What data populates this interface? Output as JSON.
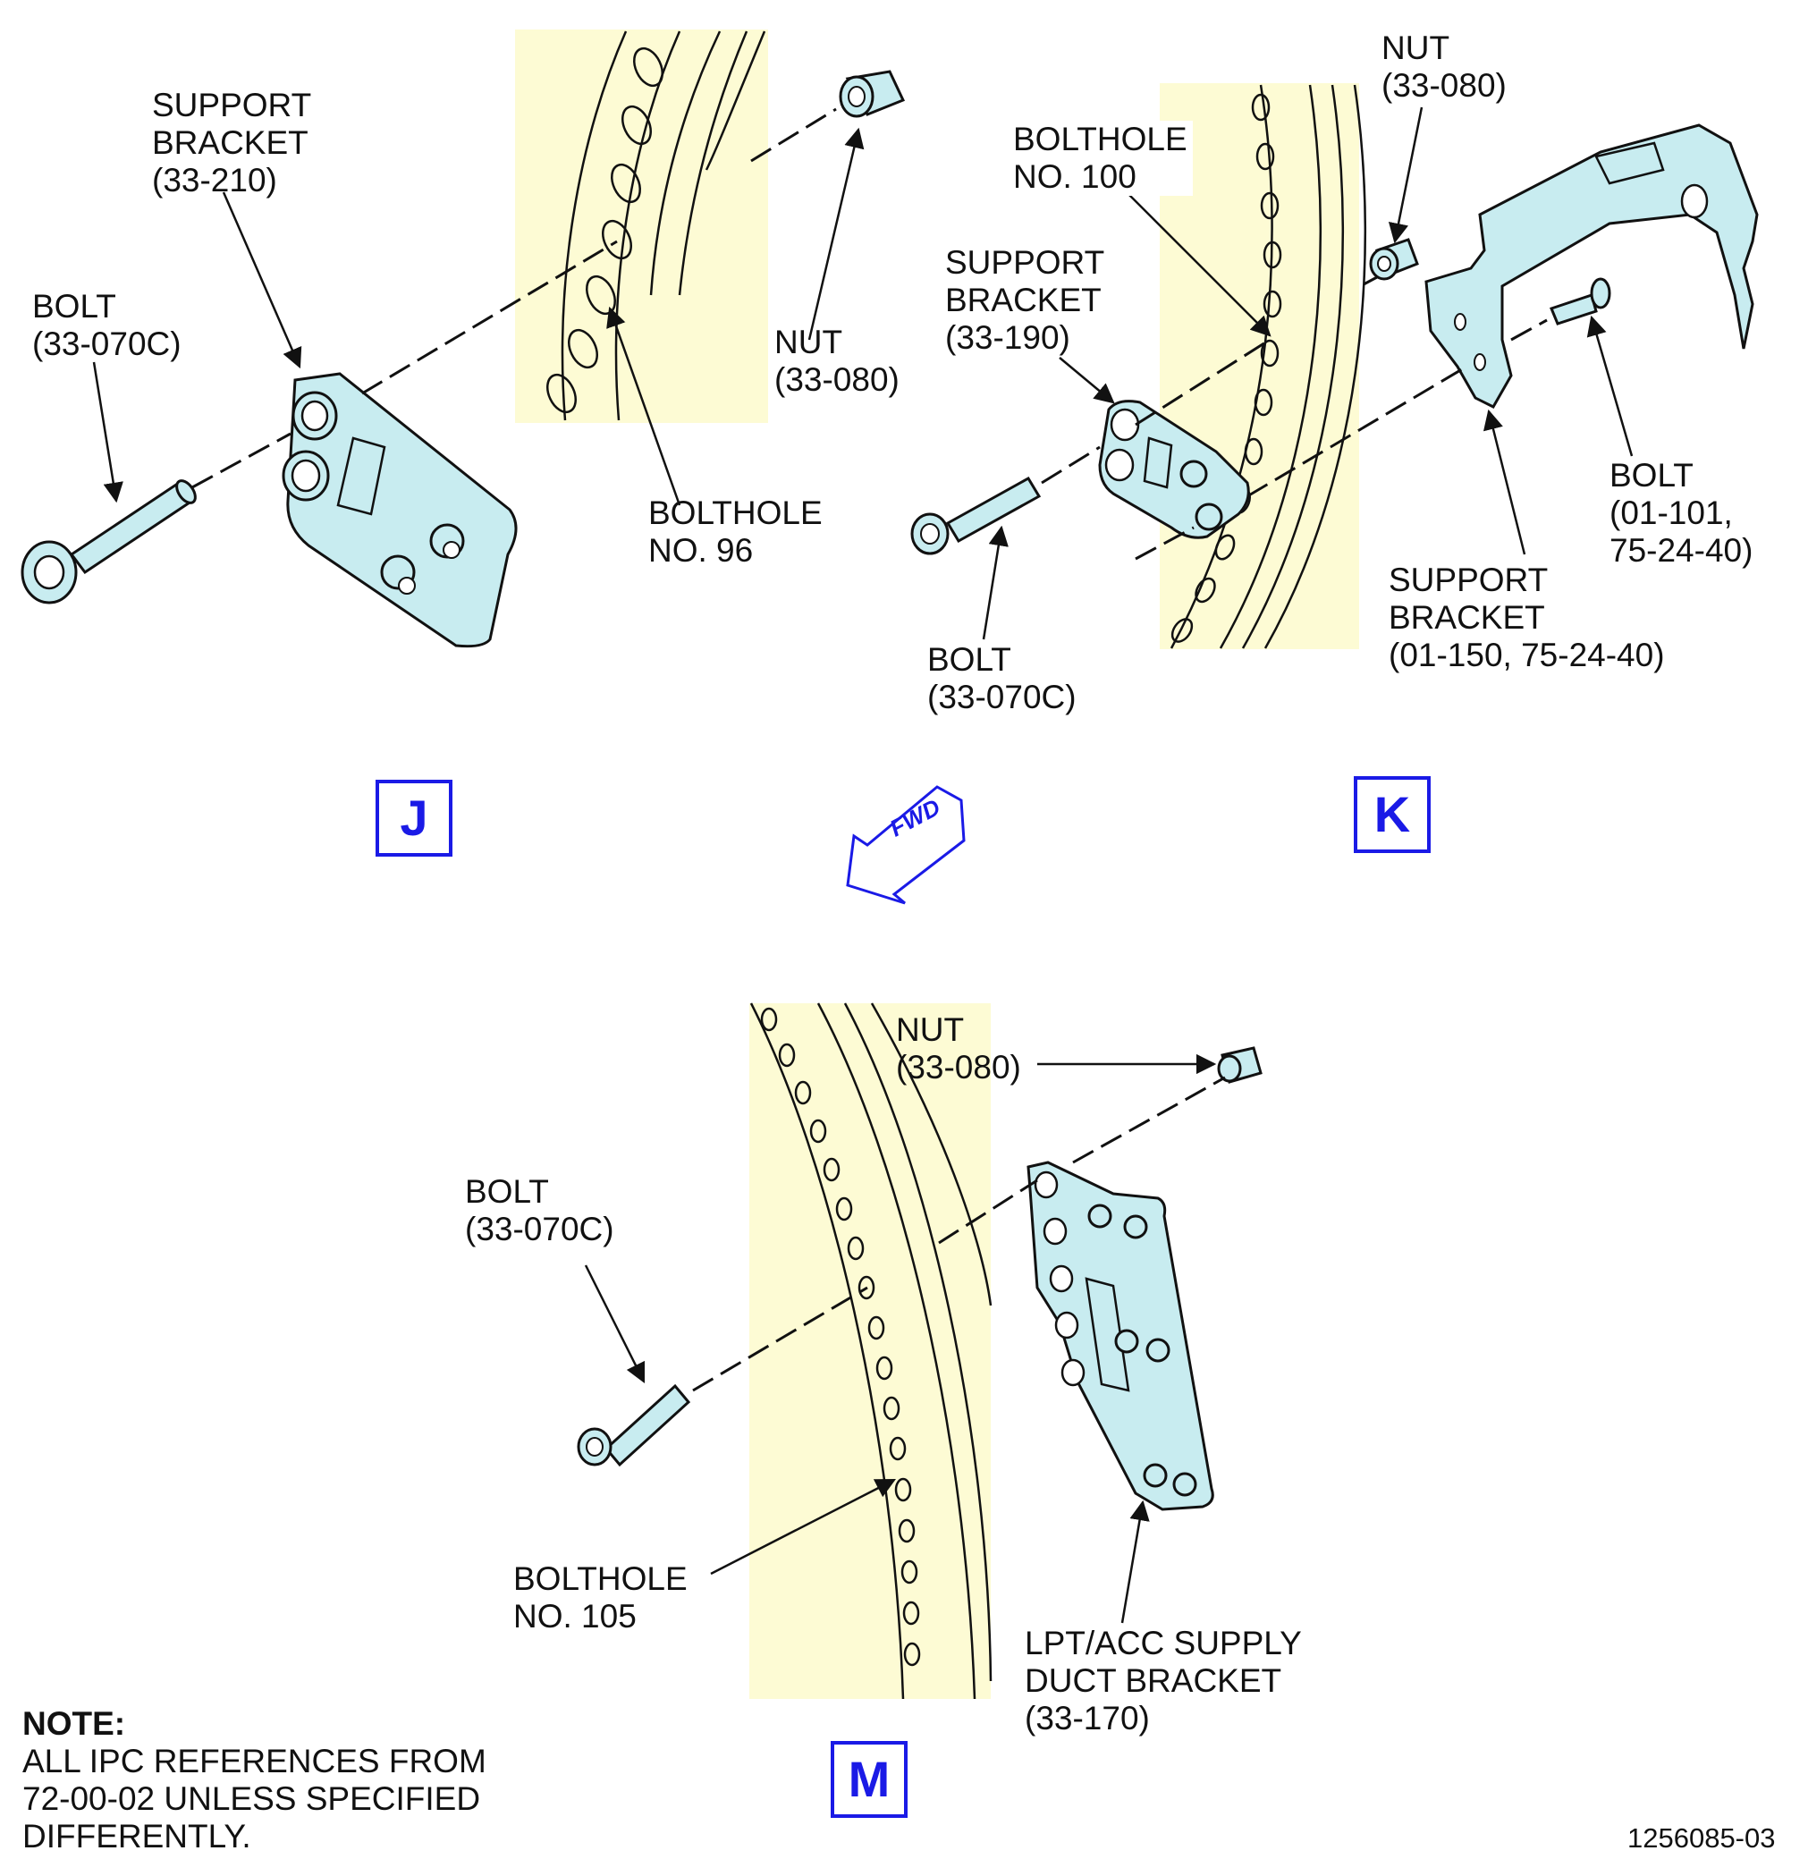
{
  "colors": {
    "flange_fill": "#fdfbd4",
    "part_fill": "#c8ecf0",
    "view_tag": "#1a1ae6",
    "line": "#111111"
  },
  "view_j": {
    "tag": "J",
    "support_bracket": [
      "SUPPORT",
      "BRACKET",
      "(33-210)"
    ],
    "bolt": [
      "BOLT",
      "(33-070C)"
    ],
    "nut": [
      "NUT",
      "(33-080)"
    ],
    "bolthole": [
      "BOLTHOLE",
      "NO. 96"
    ]
  },
  "view_k": {
    "tag": "K",
    "nut": [
      "NUT",
      "(33-080)"
    ],
    "bolthole": [
      "BOLTHOLE",
      "NO. 100"
    ],
    "support_bracket_a": [
      "SUPPORT",
      "BRACKET",
      "(33-190)"
    ],
    "bolt_a": [
      "BOLT",
      "(33-070C)"
    ],
    "support_bracket_b": [
      "SUPPORT",
      "BRACKET",
      "(01-150, 75-24-40)"
    ],
    "bolt_b": [
      "BOLT",
      "(01-101,",
      "75-24-40)"
    ]
  },
  "fwd": {
    "label": "FWD",
    "icon": "fwd-arrow-icon"
  },
  "view_m": {
    "tag": "M",
    "nut": [
      "NUT",
      "(33-080)"
    ],
    "bolt": [
      "BOLT",
      "(33-070C)"
    ],
    "bolthole": [
      "BOLTHOLE",
      "NO. 105"
    ],
    "duct_bracket": [
      "LPT/ACC SUPPLY",
      "DUCT BRACKET",
      "(33-170)"
    ]
  },
  "note": {
    "heading": "NOTE:",
    "lines": [
      "ALL IPC REFERENCES FROM",
      "72-00-02 UNLESS SPECIFIED",
      "DIFFERENTLY."
    ]
  },
  "figure_number": "1256085-03"
}
